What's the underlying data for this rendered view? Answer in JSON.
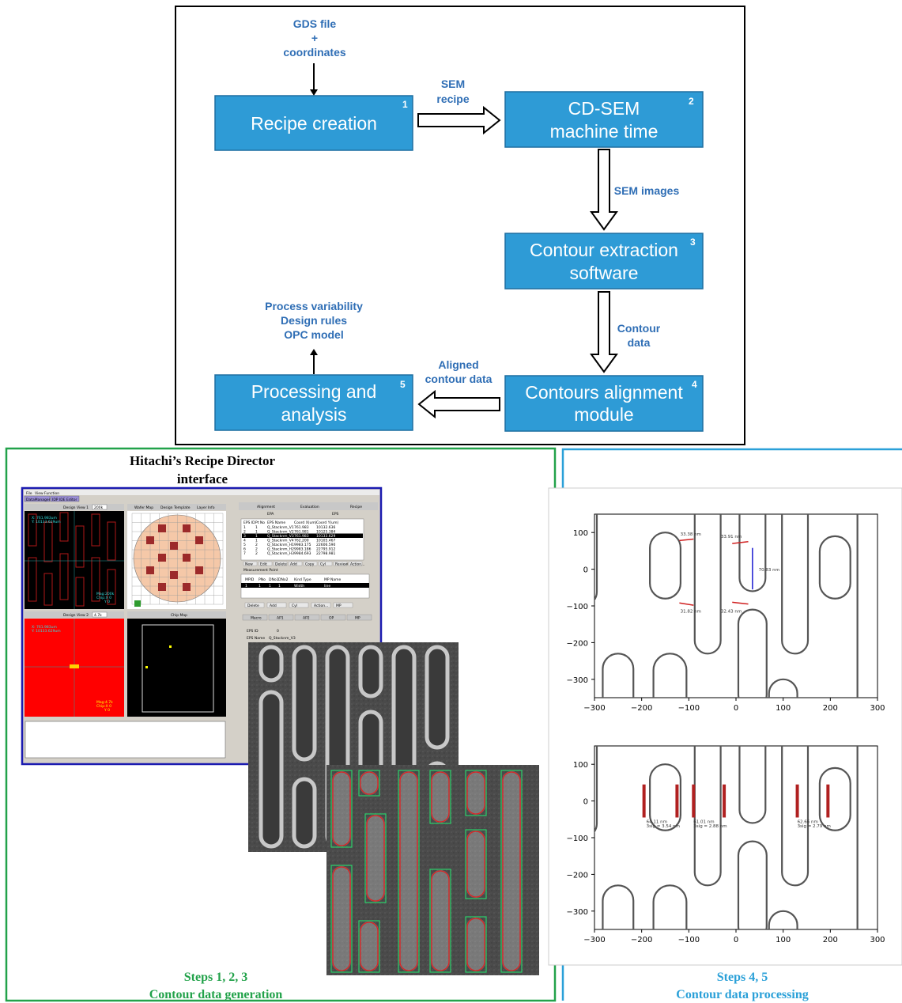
{
  "flow": {
    "input_label": [
      "GDS file",
      "+",
      "coordinates"
    ],
    "boxes": [
      {
        "num": "1",
        "lines": [
          "Recipe creation"
        ]
      },
      {
        "num": "2",
        "lines": [
          "CD-SEM",
          "machine time"
        ]
      },
      {
        "num": "3",
        "lines": [
          "Contour extraction",
          "software"
        ]
      },
      {
        "num": "4",
        "lines": [
          "Contours alignment",
          "module"
        ]
      },
      {
        "num": "5",
        "lines": [
          "Processing and",
          "analysis"
        ]
      }
    ],
    "arrow_1_2": [
      "SEM",
      "recipe"
    ],
    "arrow_2_3": "SEM images",
    "arrow_3_4": [
      "Contour",
      "data"
    ],
    "arrow_4_5": [
      "Aligned",
      "contour data"
    ],
    "output_label": [
      "Process variability",
      "Design rules",
      "OPC model"
    ]
  },
  "left_panel": {
    "title": [
      "Hitachi’s Recipe Director",
      "interface"
    ],
    "steps": [
      "Steps 1, 2, 3",
      "Contour data generation"
    ],
    "ui": {
      "menu": [
        "File",
        "View",
        "Function"
      ],
      "tabs": [
        "DataManager",
        "IDP IDE Editor"
      ],
      "views": [
        "Design View 1",
        "Wafer Map",
        "Design Template",
        "Layer Info",
        "Design View 2",
        "Chip Map"
      ],
      "right_tabs": [
        "Alignment",
        "Evaluation",
        "Recipe"
      ],
      "sub_tabs": [
        "EPA",
        "EPS"
      ],
      "table_headers": [
        "EPS ID",
        "Pt No",
        "EPS Name",
        "Coord X(um)",
        "Coord Y(um)"
      ],
      "table_rows": [
        [
          "1",
          "1",
          "Q_Stacknm_V1",
          "761.983",
          "10132.636"
        ],
        [
          "2",
          "1",
          "Q_Stacknm_V2",
          "761.981",
          "10125.384"
        ],
        [
          "3",
          "1",
          "Q_Stacknm_V3",
          "761.983",
          "10133.629"
        ],
        [
          "4",
          "1",
          "Q_Stacknm_V4",
          "762.200",
          "10105.467"
        ],
        [
          "5",
          "2",
          "Q_Stacknm_H1",
          "9983.175",
          "22606.590"
        ],
        [
          "6",
          "2",
          "Q_Stacknm_H2",
          "9983.186",
          "22795.912"
        ],
        [
          "7",
          "2",
          "Q_Stacknm_H3",
          "9984.693",
          "22798.981"
        ]
      ],
      "buttons": [
        "New",
        "Edit",
        "Delete",
        "Add",
        "Copy",
        "Cyl",
        "Review",
        "Action..."
      ],
      "measurement_label": "Measurement Point",
      "mp_headers": [
        "MPID",
        "PNo",
        "DNo1",
        "DNo2",
        "Kind Type",
        "MP Name"
      ],
      "mp_row": [
        "1",
        "1",
        "1",
        "1",
        "Width",
        "line"
      ],
      "mp_buttons": [
        "Delete",
        "Add",
        "Cyl",
        "Action...",
        "MP"
      ],
      "lower_tabs": [
        "Macro",
        "AP1",
        "AP2",
        "OP",
        "MP"
      ],
      "eps_id_label": "EPS ID",
      "eps_id_value": "0",
      "eps_name_label": "EPS Name",
      "eps_name_value": "Q_Stacknm_V3",
      "view1_info": [
        "X: 761.983um",
        "Y: 10133.629um"
      ],
      "view1_mag": [
        "Mag:200k",
        "Chip:X 0",
        "Y 0"
      ],
      "view2_info": [
        "X: 761.983um",
        "Y: 10133.629um"
      ],
      "view2_mag": [
        "Mag:4.7k",
        "Chip:X 0",
        "Y 0"
      ],
      "zoom_1": "200k",
      "zoom_2": "4.7k"
    }
  },
  "right_panel": {
    "steps": [
      "Steps 4, 5",
      "Contour data processing"
    ],
    "plot1_annotations": [
      "33.38 nm",
      "33.91 nm",
      "70.83 nm",
      "31.82 nm",
      "32.43 nm"
    ],
    "plot2_annotations": [
      [
        "64.11 nm",
        "3sig = 3.54 nm"
      ],
      [
        "61.01 nm",
        "3sig = 2.88 nm"
      ],
      [
        "62.66 nm",
        "3sig = 2.79 nm"
      ]
    ]
  },
  "colors": {
    "box_fill": "#2e9bd6",
    "box_stroke": "#1f6ea0",
    "label_blue": "#2f6eb5",
    "green_panel": "#22a24a",
    "blue_panel": "#2aa0d8"
  },
  "chart_data": [
    {
      "type": "line",
      "xlim": [
        -300,
        300
      ],
      "ylim": [
        -350,
        150
      ],
      "xticks": [
        -300,
        -200,
        -100,
        0,
        100,
        200,
        300
      ],
      "yticks": [
        100,
        0,
        -100,
        -200,
        -300
      ],
      "grid": false
    },
    {
      "type": "line",
      "xlim": [
        -300,
        300
      ],
      "ylim": [
        -350,
        150
      ],
      "xticks": [
        -300,
        -200,
        -100,
        0,
        100,
        200,
        300
      ],
      "yticks": [
        100,
        0,
        -100,
        -200,
        -300
      ],
      "grid": false
    }
  ]
}
